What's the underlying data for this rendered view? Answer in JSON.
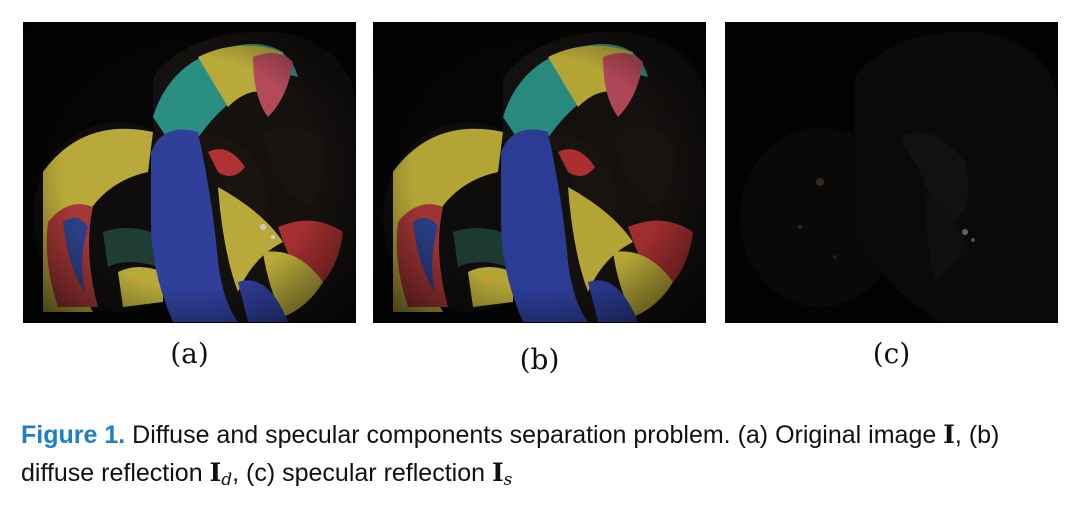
{
  "panels": [
    {
      "id": "a",
      "label": "(a)"
    },
    {
      "id": "b",
      "label": "(b)"
    },
    {
      "id": "c",
      "label": "(c)"
    }
  ],
  "caption": {
    "figure_label": "Figure 1.",
    "text_1": " Diffuse and specular components separation problem. (a) Original image ",
    "sym_I": "I",
    "text_2": ", (b) diffuse reflection ",
    "sym_Id": "I",
    "sub_d": "d",
    "text_3": ", (c) specular reflection ",
    "sym_Is": "I",
    "sub_s": "s"
  }
}
